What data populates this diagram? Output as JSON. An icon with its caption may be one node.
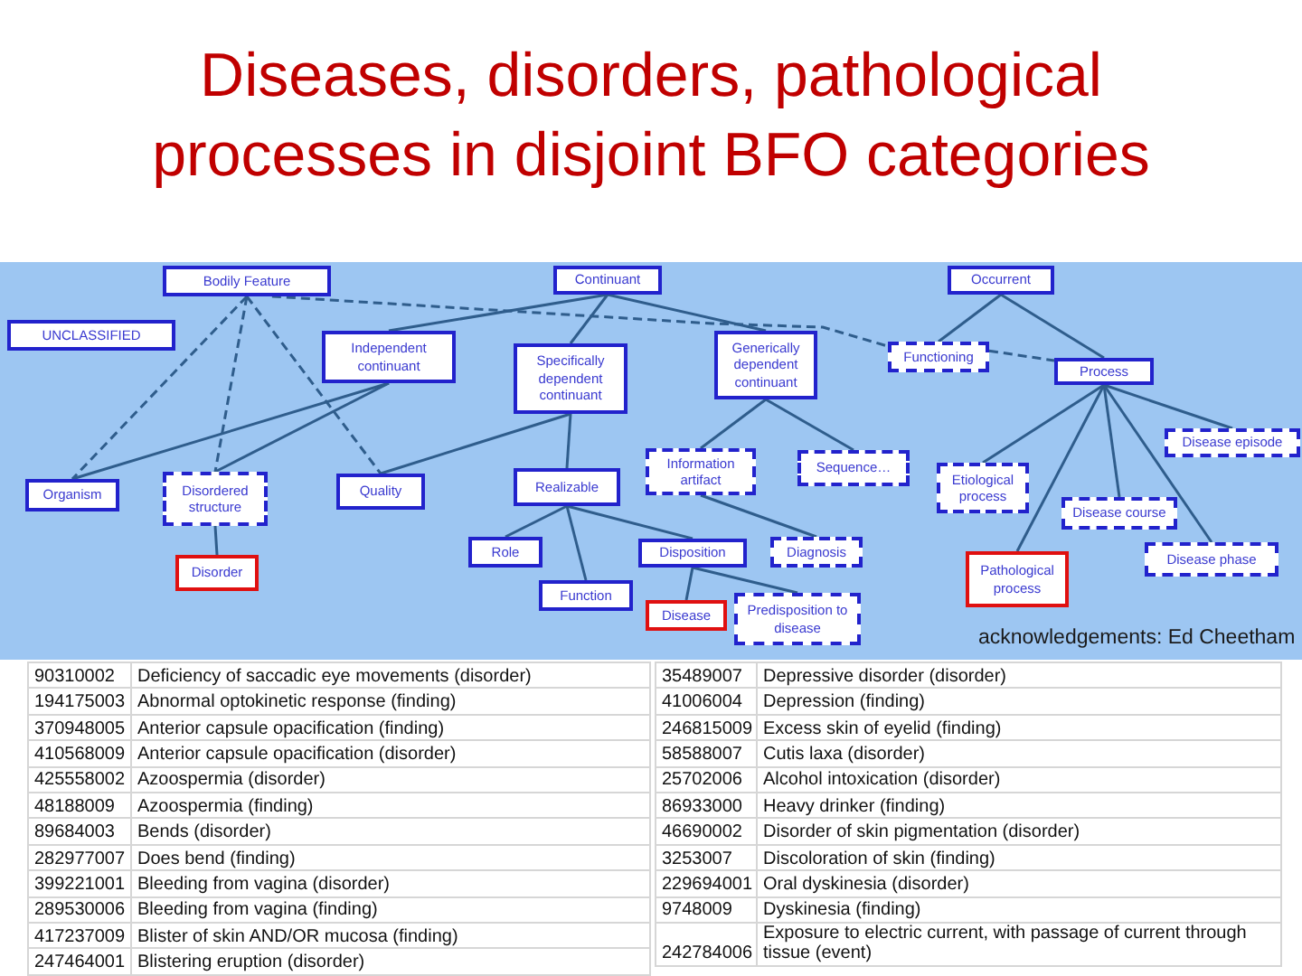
{
  "diagram": {
    "title": "Diseases, disorders, pathological processes in disjoint BFO categories",
    "nodes": [
      {
        "text": [
          "Bodily Feature"
        ]
      },
      {
        "text": [
          "Continuant"
        ]
      },
      {
        "text": [
          "Occurrent"
        ]
      },
      {
        "text": [
          "UNCLASSIFIED"
        ]
      },
      {
        "text": [
          "Independent continuant"
        ]
      },
      {
        "text": [
          "Specifically dependent continuant"
        ]
      },
      {
        "text": [
          "Generically dependent continuant"
        ]
      },
      {
        "text": [
          "Functioning"
        ]
      },
      {
        "text": [
          "Process"
        ]
      },
      {
        "text": [
          "Organism"
        ]
      },
      {
        "text": [
          "Disordered structure"
        ]
      },
      {
        "text": [
          "Quality"
        ]
      },
      {
        "text": [
          "Realizable"
        ]
      },
      {
        "text": [
          "Information artifact"
        ]
      },
      {
        "text": [
          "Sequence…"
        ]
      },
      {
        "text": [
          "Disease episode"
        ]
      },
      {
        "text": [
          "Etiological process"
        ]
      },
      {
        "text": [
          "Disease course"
        ]
      },
      {
        "text": [
          "Disorder"
        ]
      },
      {
        "text": [
          "Role"
        ]
      },
      {
        "text": [
          "Disposition"
        ]
      },
      {
        "text": [
          "Diagnosis"
        ]
      },
      {
        "text": [
          "Pathological process"
        ]
      },
      {
        "text": [
          "Disease phase"
        ]
      },
      {
        "text": [
          "Function"
        ]
      },
      {
        "text": [
          "Disease"
        ]
      },
      {
        "text": [
          "Predisposition to disease"
        ]
      }
    ],
    "edges": [
      {
        "from": 1,
        "to": 4,
        "arrow": "none"
      },
      {
        "from": 1,
        "to": 5,
        "arrow": "none"
      },
      {
        "from": 1,
        "to": 6,
        "arrow": "none"
      },
      {
        "from": 2,
        "to": 7,
        "arrow": "none"
      },
      {
        "from": 2,
        "to": 8,
        "arrow": "none"
      },
      {
        "from": 0,
        "to": 9,
        "arrow": "none",
        "style": "dashed"
      },
      {
        "from": 0,
        "to": 10,
        "arrow": "none",
        "style": "dashed"
      },
      {
        "from": 0,
        "to": 11,
        "arrow": "none",
        "style": "dashed"
      },
      {
        "from": 0,
        "to": 7,
        "arrow": "none",
        "style": "dashed"
      },
      {
        "from": 7,
        "to": 8,
        "arrow": "none",
        "style": "dashed"
      },
      {
        "from": 4,
        "to": 9,
        "arrow": "none"
      },
      {
        "from": 4,
        "to": 10,
        "arrow": "none"
      },
      {
        "from": 5,
        "to": 11,
        "arrow": "none"
      },
      {
        "from": 5,
        "to": 12,
        "arrow": "none"
      },
      {
        "from": 6,
        "to": 13,
        "arrow": "none"
      },
      {
        "from": 6,
        "to": 14,
        "arrow": "none"
      },
      {
        "from": 8,
        "to": 15,
        "arrow": "none"
      },
      {
        "from": 8,
        "to": 16,
        "arrow": "none"
      },
      {
        "from": 8,
        "to": 17,
        "arrow": "none"
      },
      {
        "from": 8,
        "to": 22,
        "arrow": "none"
      },
      {
        "from": 8,
        "to": 23,
        "arrow": "none"
      },
      {
        "from": 10,
        "to": 18,
        "arrow": "none"
      },
      {
        "from": 12,
        "to": 19,
        "arrow": "none"
      },
      {
        "from": 12,
        "to": 24,
        "arrow": "none"
      },
      {
        "from": 12,
        "to": 20,
        "arrow": "none"
      },
      {
        "from": 13,
        "to": 21,
        "arrow": "none"
      },
      {
        "from": 20,
        "to": 25,
        "arrow": "none"
      },
      {
        "from": 20,
        "to": 26,
        "arrow": "none"
      }
    ],
    "labels": [
      "acknowledgements: Ed Cheetham",
      "90310002",
      "Deficiency of saccadic eye movements (disorder)",
      "194175003",
      "Abnormal optokinetic response (finding)",
      "370948005",
      "Anterior capsule opacification (finding)",
      "410568009",
      "Anterior capsule opacification (disorder)",
      "425558002",
      "Azoospermia (disorder)",
      "48188009",
      "Azoospermia (finding)",
      "89684003",
      "Bends (disorder)",
      "282977007",
      "Does bend (finding)",
      "399221001",
      "Bleeding from vagina (disorder)",
      "289530006",
      "Bleeding from vagina (finding)",
      "417237009",
      "Blister of skin AND/OR mucosa (finding)",
      "247464001",
      "Blistering eruption (disorder)",
      "35489007",
      "Depressive disorder (disorder)",
      "41006004",
      "Depression (finding)",
      "246815009",
      "Excess skin of eyelid (finding)",
      "58588007",
      "Cutis laxa (disorder)",
      "25702006",
      "Alcohol intoxication (disorder)",
      "86933000",
      "Heavy drinker (finding)",
      "46690002",
      "Disorder of skin pigmentation (disorder)",
      "3253007",
      "Discoloration of skin (finding)",
      "229694001",
      "Oral dyskinesia (disorder)",
      "9748009",
      "Dyskinesia (finding)",
      "242784006",
      "Exposure to electric current, with passage of current through tissue (event)"
    ]
  }
}
